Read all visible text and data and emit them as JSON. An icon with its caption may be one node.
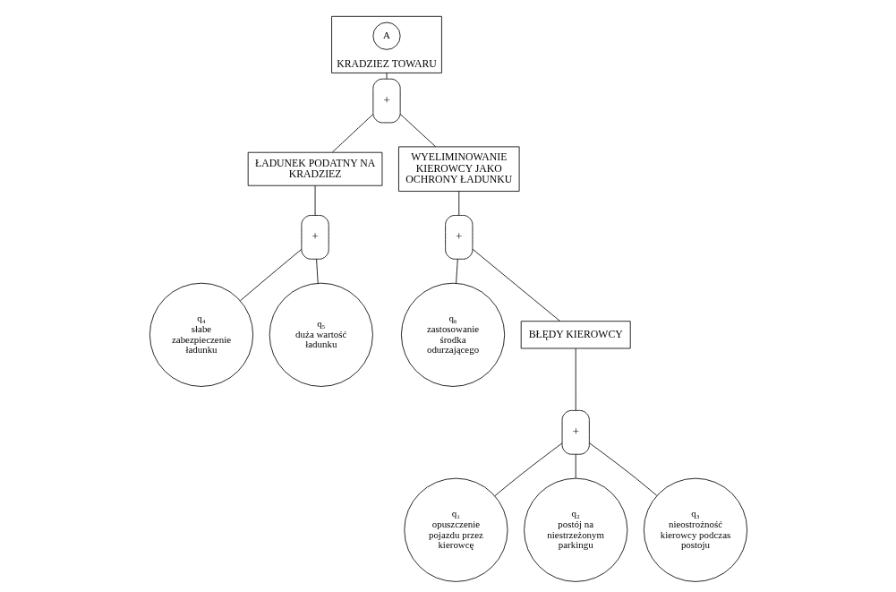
{
  "diagram": {
    "nodes": [
      {
        "text": [
          "BŁĘDY KIEROWCY"
        ]
      },
      {
        "text": [
          "+"
        ]
      },
      {
        "text": [
          "q₁",
          "opuszczenie pojazdu przez kierowcę"
        ]
      },
      {
        "text": [
          "q₂",
          "postój na niestrzeżonym parkingu"
        ]
      },
      {
        "text": [
          "q₃",
          "nieostrożność kierowcy podczas postoju"
        ]
      },
      {
        "text": [
          "+"
        ]
      },
      {
        "text": [
          "WYELIMINOWANIE KIEROWCY JAKO OCHRONY ŁADUNKU"
        ]
      },
      {
        "text": [
          "q₄",
          "słabe zabezpieczenie ładunku"
        ]
      },
      {
        "text": [
          "q₅",
          "duża wartość ładunku"
        ]
      },
      {
        "text": [
          "q₆",
          "zastosowanie środka odurzającego"
        ]
      },
      {
        "text": [
          "ŁADUNEK PODATNY NA KRADZIEZ"
        ]
      },
      {
        "text": [
          "+"
        ]
      },
      {
        "text": [
          "KRADZIEZ TOWARU"
        ]
      },
      {
        "text": [
          "A"
        ],
        "in": 12
      },
      {
        "text": [
          "+"
        ]
      }
    ],
    "edges": [
      {
        "from": 2,
        "to": 5,
        "arrow": "none"
      },
      {
        "from": 3,
        "to": 5,
        "arrow": "none"
      },
      {
        "from": 4,
        "to": 5,
        "arrow": "none"
      },
      {
        "from": 5,
        "to": 0,
        "arrow": "none"
      },
      {
        "from": 0,
        "to": 1,
        "arrow": "none"
      },
      {
        "from": 9,
        "to": 1,
        "arrow": "none"
      },
      {
        "from": 1,
        "to": 6,
        "arrow": "none"
      },
      {
        "from": 6,
        "to": 11,
        "arrow": "none"
      },
      {
        "from": 7,
        "to": 14,
        "arrow": "none"
      },
      {
        "from": 8,
        "to": 14,
        "arrow": "none"
      },
      {
        "from": 14,
        "to": 10,
        "arrow": "none"
      },
      {
        "from": 10,
        "to": 11,
        "arrow": "none"
      },
      {
        "from": 11,
        "to": 12,
        "arrow": "none"
      }
    ]
  }
}
